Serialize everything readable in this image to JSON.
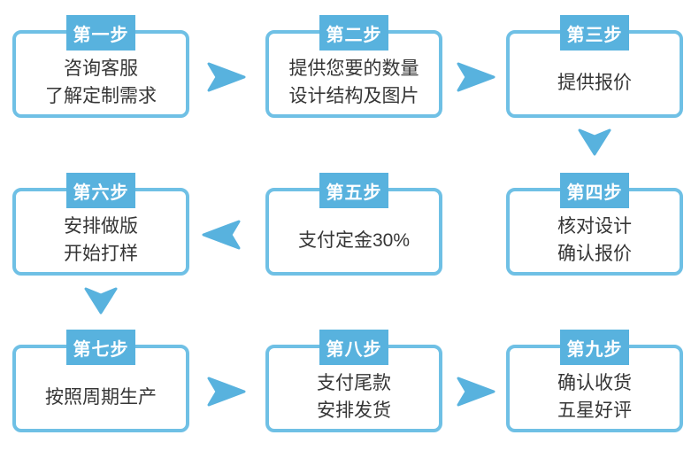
{
  "steps": [
    {
      "label": "第一步",
      "lines": [
        "咨询客服",
        "了解定制需求"
      ]
    },
    {
      "label": "第二步",
      "lines": [
        "提供您要的数量",
        "设计结构及图片"
      ]
    },
    {
      "label": "第三步",
      "lines": [
        "提供报价"
      ]
    },
    {
      "label": "第四步",
      "lines": [
        "核对设计",
        "确认报价"
      ]
    },
    {
      "label": "第五步",
      "lines": [
        "支付定金30%"
      ]
    },
    {
      "label": "第六步",
      "lines": [
        "安排做版",
        "开始打样"
      ]
    },
    {
      "label": "第七步",
      "lines": [
        "按照周期生产"
      ]
    },
    {
      "label": "第八步",
      "lines": [
        "支付尾款",
        "安排发货"
      ]
    },
    {
      "label": "第九步",
      "lines": [
        "确认收货",
        "五星好评"
      ]
    }
  ],
  "arrows": [
    {
      "icon": "arrow-right-icon",
      "direction": "right",
      "between": [
        "第一步",
        "第二步"
      ]
    },
    {
      "icon": "arrow-right-icon",
      "direction": "right",
      "between": [
        "第二步",
        "第三步"
      ]
    },
    {
      "icon": "arrow-down-icon",
      "direction": "down",
      "between": [
        "第三步",
        "第四步"
      ]
    },
    {
      "icon": "arrow-left-icon",
      "direction": "left",
      "between": [
        "第五步",
        "第六步"
      ]
    },
    {
      "icon": "arrow-down-icon",
      "direction": "down",
      "between": [
        "第六步",
        "第七步"
      ]
    },
    {
      "icon": "arrow-right-icon",
      "direction": "right",
      "between": [
        "第七步",
        "第八步"
      ]
    },
    {
      "icon": "arrow-right-icon",
      "direction": "right",
      "between": [
        "第八步",
        "第九步"
      ]
    }
  ],
  "colors": {
    "accent": "#58b2de",
    "border": "#6fc0e5",
    "text": "#363636",
    "label_text": "#ffffff",
    "background": "#ffffff"
  }
}
